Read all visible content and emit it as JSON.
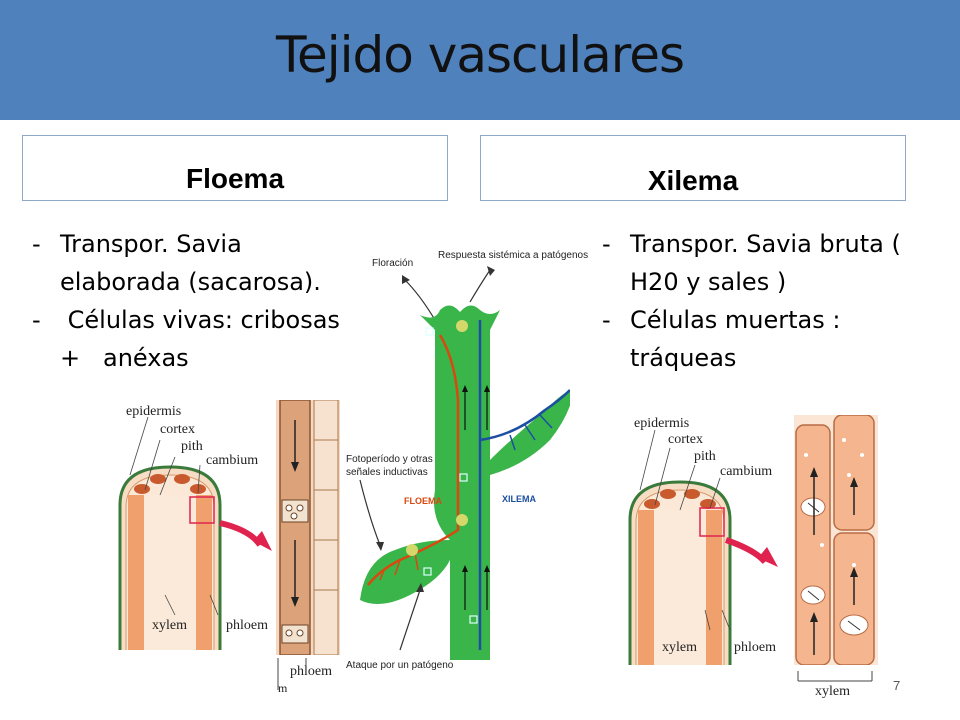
{
  "slide": {
    "title": "Tejido vasculares",
    "page_number": "7"
  },
  "floema": {
    "heading": "Floema",
    "bullets": [
      {
        "text": "Transpor. Savia elaborada (sacarosa)."
      },
      {
        "text": " Células vivas: cribosas +   anéxas"
      }
    ],
    "diagram_labels": {
      "epidermis": "epidermis",
      "cortex": "cortex",
      "pith": "pith",
      "cambium": "cambium",
      "xylem": "xylem",
      "phloem": "phloem",
      "phloem_zoom": "phloem",
      "cut_letter": "m"
    }
  },
  "xilema": {
    "heading": "Xilema",
    "bullets": [
      {
        "text": "Transpor. Savia bruta ( H20 y sales )"
      },
      {
        "text": "Células muertas : tráqueas"
      }
    ],
    "diagram_labels": {
      "epidermis": "epidermis",
      "cortex": "cortex",
      "pith": "pith",
      "cambium": "cambium",
      "xylem": "xylem",
      "phloem": "phloem",
      "xylem_zoom": "xylem"
    }
  },
  "plant_diagram": {
    "floracion": "Floración",
    "respuesta": "Respuesta sistémica a  patógenos",
    "fotoperiodo_1": "Fotoperíodo y otras",
    "fotoperiodo_2": "señales inductivas",
    "floema_label": "FLOEMA",
    "xilema_label": "XILEMA",
    "ataque": "Ataque por un patógeno",
    "colors": {
      "plant": "#39b54a",
      "floema": "#d9480f",
      "xilema": "#1c4fa1"
    }
  },
  "colors": {
    "title_bar": "#4f81bd",
    "box_border": "#8ea9c8",
    "arrow": "#e0234e",
    "tissue": "#f4a67a"
  }
}
